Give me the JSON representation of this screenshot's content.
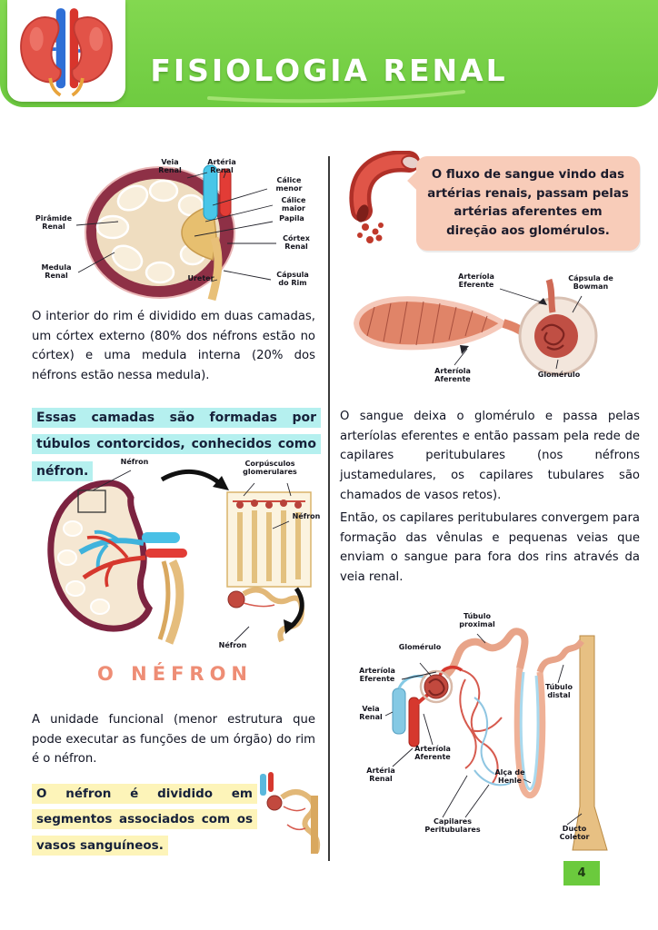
{
  "header": {
    "title": "FISIOLOGIA RENAL"
  },
  "colors": {
    "header_green": "#76d14a",
    "accent_salmon": "#ee8d75",
    "highlight_cyan": "#b5f0ef",
    "highlight_yellow": "#fdf4b9",
    "bubble_peach": "#f8ccb9",
    "page_number_green": "#6bca3d"
  },
  "left": {
    "kidney_labels": {
      "veia_renal": "Veia Renal",
      "arteria_renal": "Artéria Renal",
      "calice_menor": "Cálice menor",
      "calice_maior": "Cálice maior",
      "papila": "Papila",
      "cortex_renal": "Córtex Renal",
      "piramide_renal": "Pirâmide Renal",
      "medula_renal": "Medula Renal",
      "ureter": "Ureter",
      "capsula_do_rim": "Cápsula do Rim"
    },
    "p1": "O interior do rim é dividido em duas camadas, um córtex externo (80% dos néfrons estão no córtex) e uma medula interna (20% dos néfrons estão nessa medula).",
    "highlight_cyan": "Essas camadas são formadas por túbulos contorcidos, conhecidos como néfron.",
    "nephron_fig_labels": {
      "nefron_top": "Néfron",
      "corpusculos": "Corpúsculos glomerulares",
      "nefron_right": "Néfron",
      "nefron_bottom": "Néfron"
    },
    "section_title": "O NÉFRON",
    "p2": "A unidade funcional (menor estrutura que pode executar as funções de um órgão) do rim é o néfron.",
    "highlight_yellow": "O néfron é dividido em segmentos associados com os vasos sanguíneos."
  },
  "right": {
    "bubble": "O fluxo de sangue vindo das artérias renais, passam pelas artérias aferentes em direção aos glomérulos.",
    "glomerulus_labels": {
      "arteriola_eferente": "Arteríola Eferente",
      "capsula_bowman": "Cápsula de Bowman",
      "arteriola_aferente": "Arteríola Aferente",
      "glomerulo": "Glomérulo"
    },
    "p1": "O sangue deixa o glomérulo e passa pelas arteríolas eferentes e então passam pela rede de capilares peritubulares (nos néfrons justamedulares, os capilares tubulares são chamados de vasos retos).",
    "p2": "Então, os capilares peritubulares convergem para formação das vênulas e pequenas veias que enviam o sangue para fora dos rins através da veia renal.",
    "nephron_labels": {
      "tubulo_proximal": "Túbulo proximal",
      "glomerulo": "Glomérulo",
      "arteriola_eferente": "Arteríola Eferente",
      "tubulo_distal": "Túbulo distal",
      "veia_renal": "Veia Renal",
      "arteriola_aferente": "Arteríola Aferente",
      "arteria_renal": "Artéria Renal",
      "alca_de_henle": "Alça de Henle",
      "capilares_peritubulares": "Capilares Peritubulares",
      "ducto_coletor": "Ducto Coletor"
    }
  },
  "footer": {
    "page_number": "4"
  }
}
